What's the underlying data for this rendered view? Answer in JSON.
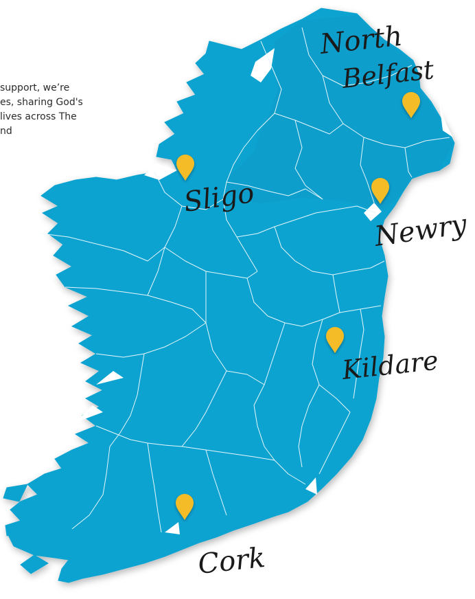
{
  "intro": {
    "lines": [
      "support,   we’re",
      "es, sharing God's",
      "lives across The",
      "nd"
    ]
  },
  "map": {
    "fill_color": "#0aa3d1",
    "border_color": "#e8f7fc",
    "pin_color": "#f4bc26",
    "cities": [
      {
        "id": "north",
        "label": "North"
      },
      {
        "id": "belfast",
        "label": "Belfast"
      },
      {
        "id": "sligo",
        "label": "Sligo"
      },
      {
        "id": "newry",
        "label": "Newry"
      },
      {
        "id": "kildare",
        "label": "Kildare"
      },
      {
        "id": "cork",
        "label": "Cork"
      }
    ]
  }
}
